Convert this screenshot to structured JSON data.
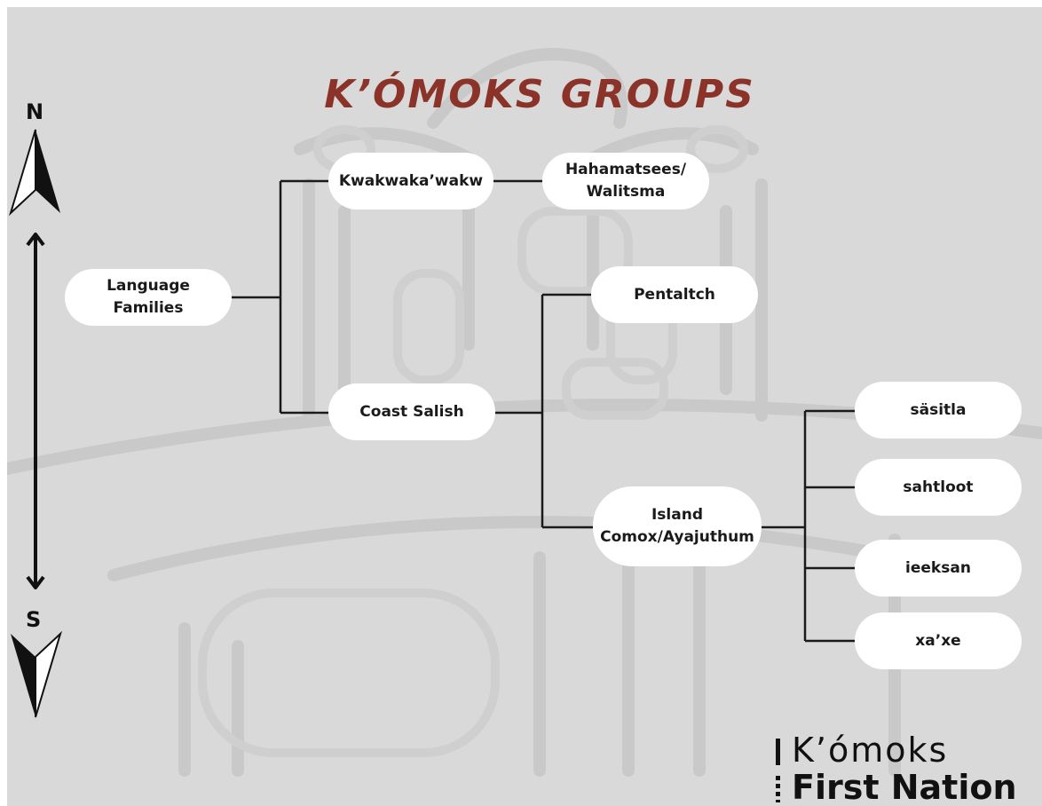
{
  "title": "K’ÓMOKS GROUPS",
  "compass": {
    "north_label": "N",
    "south_label": "S"
  },
  "nodes": {
    "language_families": "Language\nFamilies",
    "kwakwakawakw": "Kwakwaka’wakw",
    "hahamatsees": "Hahamatsees/\nWalitsma",
    "coast_salish": "Coast Salish",
    "pentaltch": "Pentaltch",
    "island_comox": "Island\nComox/Ayajuthum",
    "sasitla": "säsitla",
    "sahtloot": "sahtloot",
    "ieeksan": "ieeksan",
    "xaxe": "xa’xe"
  },
  "logo": {
    "line1": "K’ómoks",
    "line2": "First Nation"
  },
  "colors": {
    "title": "#8b3328",
    "background": "#d9d9d9",
    "node": "#ffffff",
    "line": "#1a1a1a"
  }
}
